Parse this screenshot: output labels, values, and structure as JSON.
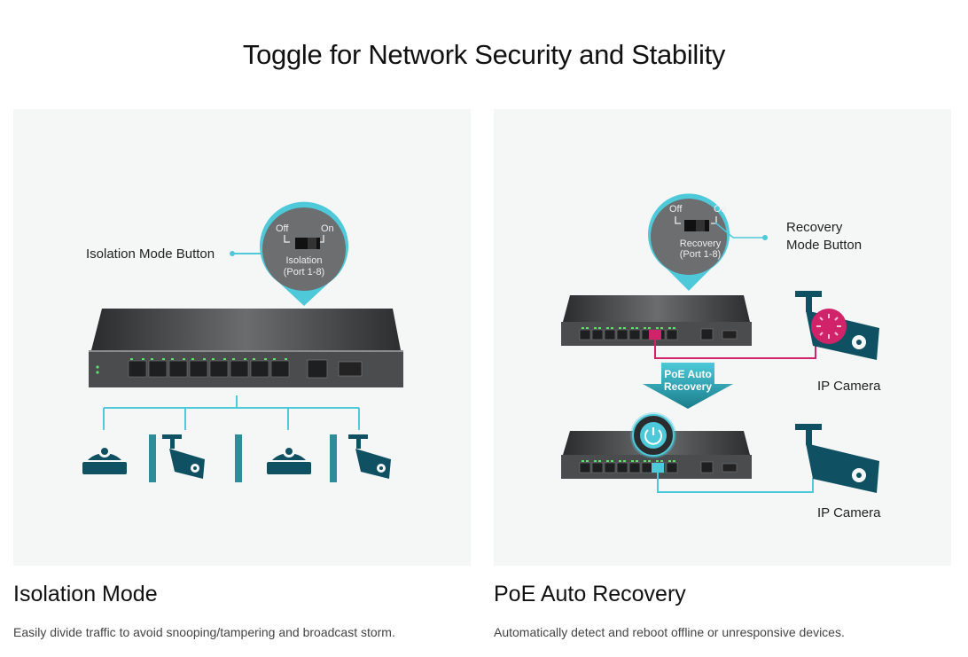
{
  "page": {
    "title": "Toggle for Network Security and Stability"
  },
  "colors": {
    "teal": "#4ec9d9",
    "dark_teal": "#0f5162",
    "magenta": "#d1236a",
    "panel_bg": "#f5f7f7",
    "switch_body": "#3b3d3f",
    "led_green": "#5ee06a"
  },
  "features": [
    {
      "title": "Isolation Mode",
      "description": "Easily divide traffic to avoid snooping/tampering and broadcast storm.",
      "illustration": {
        "callout_label": "Isolation Mode Button",
        "toggle_off": "Off",
        "toggle_on": "On",
        "toggle_name": "Isolation",
        "toggle_ports": "(Port 1-8)",
        "devices": [
          "dome-camera",
          "bullet-camera",
          "dome-camera",
          "bullet-camera"
        ]
      }
    },
    {
      "title": "PoE Auto Recovery",
      "description": "Automatically detect and reboot offline or unresponsive devices.",
      "illustration": {
        "callout_label_line1": "Recovery",
        "callout_label_line2": "Mode Button",
        "toggle_off": "Off",
        "toggle_on": "On",
        "toggle_name": "Recovery",
        "toggle_ports": "(Port 1-8)",
        "arrow_label_line1": "PoE Auto",
        "arrow_label_line2": "Recovery",
        "camera_label_top": "IP Camera",
        "camera_label_bottom": "IP Camera"
      }
    }
  ]
}
